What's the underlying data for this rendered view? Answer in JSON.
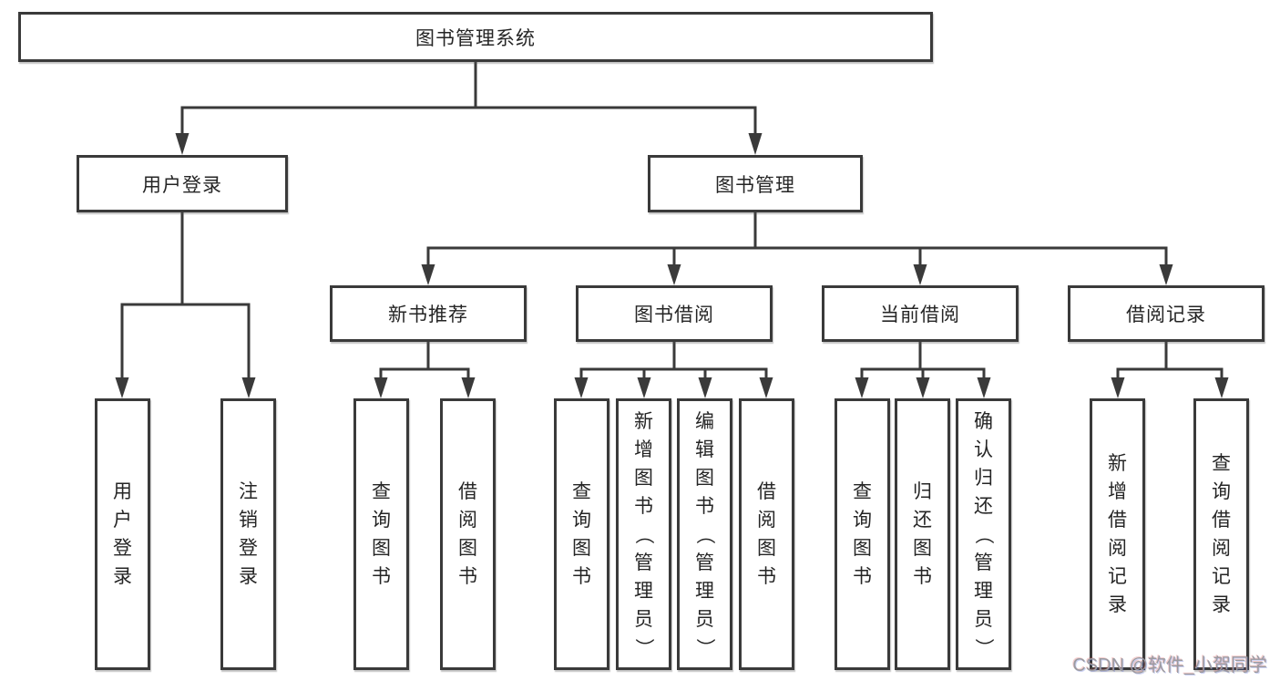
{
  "tree": {
    "label": "图书管理系统",
    "children": [
      {
        "label": "用户登录",
        "children": [
          {
            "label": "用户登录"
          },
          {
            "label": "注销登录"
          }
        ]
      },
      {
        "label": "图书管理",
        "children": [
          {
            "label": "新书推荐",
            "children": [
              {
                "label": "查询图书"
              },
              {
                "label": "借阅图书"
              }
            ]
          },
          {
            "label": "图书借阅",
            "children": [
              {
                "label": "查询图书"
              },
              {
                "label": "新增图书（管理员）"
              },
              {
                "label": "编辑图书（管理员）"
              },
              {
                "label": "借阅图书"
              }
            ]
          },
          {
            "label": "当前借阅",
            "children": [
              {
                "label": "查询图书"
              },
              {
                "label": "归还图书"
              },
              {
                "label": "确认归还（管理员）"
              }
            ]
          },
          {
            "label": "借阅记录",
            "children": [
              {
                "label": "新增借阅记录"
              },
              {
                "label": "查询借阅记录"
              }
            ]
          }
        ]
      }
    ]
  },
  "watermark": {
    "text": "CSDN @软件_小贺同学"
  },
  "colors": {
    "background": "#ffffff",
    "line": "#3a3a3a",
    "text": "#252525",
    "watermark": "#9b9ba1"
  }
}
